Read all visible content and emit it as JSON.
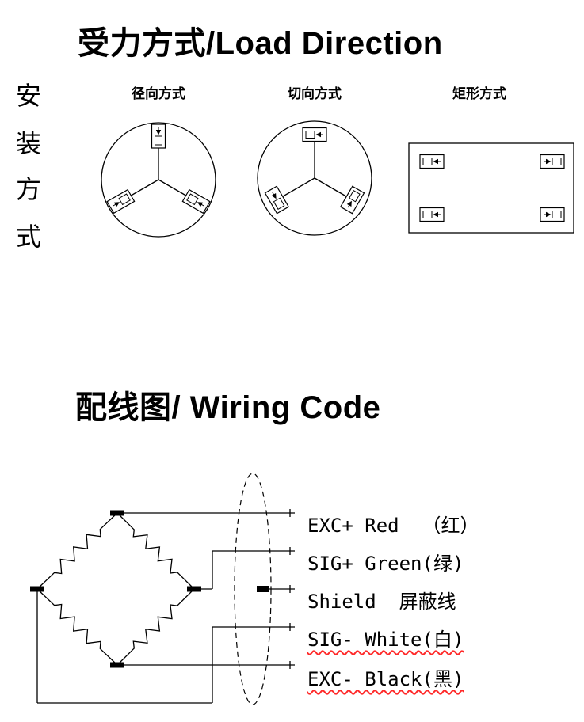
{
  "load_direction": {
    "title": "受力方式/Load Direction",
    "side_label": "安装方式",
    "side_label_chars": [
      "安",
      "装",
      "方",
      "式"
    ],
    "diagrams": [
      {
        "name": "radial",
        "label": "径向方式"
      },
      {
        "name": "tangential",
        "label": "切向方式"
      },
      {
        "name": "rectangular",
        "label": "矩形方式"
      }
    ]
  },
  "wiring": {
    "title": "配线图/ Wiring Code",
    "wires": [
      {
        "label": "EXC+ Red  （红）",
        "spellcheck_underline": false
      },
      {
        "label": "SIG+ Green(绿)",
        "spellcheck_underline": false
      },
      {
        "label": "Shield  屏蔽线",
        "spellcheck_underline": false
      },
      {
        "label": "SIG- White(白)",
        "spellcheck_underline": true
      },
      {
        "label": "EXC- Black(黑)",
        "spellcheck_underline": true
      }
    ]
  },
  "colors": {
    "line": "#000000",
    "background": "#ffffff",
    "spellcheck_squiggle": "#ff2a2a"
  }
}
